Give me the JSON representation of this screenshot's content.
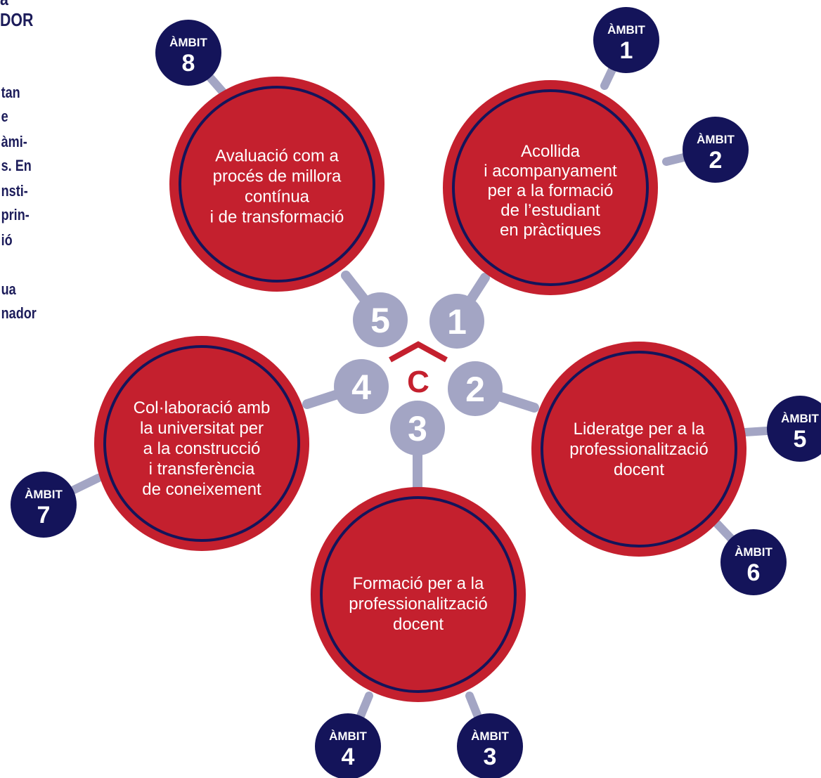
{
  "side_text": {
    "heading": [
      "a",
      "DOR"
    ],
    "lines": [
      "tan",
      "e",
      "àmi-",
      "s. En",
      "nsti-",
      "prin-",
      "ió",
      "",
      "ua",
      "nador"
    ]
  },
  "center_logo": "C",
  "colors": {
    "red": "#c4202e",
    "navy": "#14145a",
    "connector": "#a3a5c4",
    "white": "#ffffff"
  },
  "circles": [
    {
      "number": "1",
      "lines": [
        "Acollida",
        "i acompanyament",
        "per a la formació",
        "de l’estudiant",
        "en pràctiques"
      ]
    },
    {
      "number": "2",
      "lines": [
        "Lideratge per a la",
        "professionalització",
        "docent"
      ]
    },
    {
      "number": "3",
      "lines": [
        "Formació per a la",
        "professionalització",
        "docent"
      ]
    },
    {
      "number": "4",
      "lines": [
        "Col·laboració amb",
        "la universitat per",
        "a la construcció",
        "i transferència",
        "de coneixement"
      ]
    },
    {
      "number": "5",
      "lines": [
        "Avaluació com a",
        "procés de millora",
        "contínua",
        "i de transformació"
      ]
    }
  ],
  "ambits": [
    {
      "label": "ÀMBIT",
      "number": "1"
    },
    {
      "label": "ÀMBIT",
      "number": "2"
    },
    {
      "label": "ÀMBIT",
      "number": "3"
    },
    {
      "label": "ÀMBIT",
      "number": "4"
    },
    {
      "label": "ÀMBIT",
      "number": "5"
    },
    {
      "label": "ÀMBIT",
      "number": "6"
    },
    {
      "label": "ÀMBIT",
      "number": "7"
    },
    {
      "label": "ÀMBIT",
      "number": "8"
    }
  ]
}
